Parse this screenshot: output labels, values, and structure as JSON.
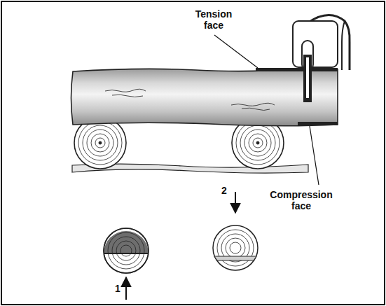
{
  "diagram": {
    "labels": [
      "Tension face",
      "Compression face",
      "2",
      "1"
    ]
  }
}
